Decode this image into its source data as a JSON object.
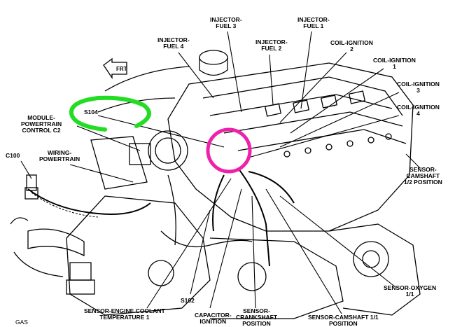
{
  "labels": {
    "injector_fuel_3": [
      "INJECTOR-",
      "FUEL 3"
    ],
    "injector_fuel_1": [
      "INJECTOR-",
      "FUEL 1"
    ],
    "injector_fuel_4": [
      "INJECTOR-",
      "FUEL 4"
    ],
    "injector_fuel_2": [
      "INJECTOR-",
      "FUEL 2"
    ],
    "coil_ignition_2": [
      "COIL-IGNITION",
      "2"
    ],
    "coil_ignition_1": [
      "COIL-IGNITION",
      "1"
    ],
    "coil_ignition_3": [
      "COIL-IGNITION",
      "3"
    ],
    "coil_ignition_4": [
      "COIL-IGNITION",
      "4"
    ],
    "s104": [
      "S104"
    ],
    "module_pcm": [
      "MODULE-",
      "POWERTRAIN",
      "CONTROL C2"
    ],
    "c100": [
      "C100"
    ],
    "wiring_powertrain": [
      "WIRING-",
      "POWERTRAIN"
    ],
    "sensor_camshaft_12": [
      "SENSOR-",
      "CAMSHAFT",
      "1/2 POSITION"
    ],
    "sensor_oxygen": [
      "SENSOR-OXYGEN",
      "1/1"
    ],
    "sensor_coolant": [
      "SENSOR-ENGINE COOLANT",
      "TEMPERATURE 1"
    ],
    "s102": [
      "S102"
    ],
    "capacitor_ignition": [
      "CAPACITOR-",
      "IGNITION"
    ],
    "sensor_crankshaft": [
      "SENSOR-",
      "CRANKSHAFT",
      "POSITION"
    ],
    "sensor_camshaft_11": [
      "SENSOR-CAMSHAFT 1/1",
      "POSITION"
    ],
    "gas": [
      "GAS"
    ],
    "front_arrow": [
      "FRT"
    ]
  },
  "colors": {
    "line": "#000000",
    "highlight_green": "#22dd22",
    "highlight_magenta": "#ee22aa"
  }
}
